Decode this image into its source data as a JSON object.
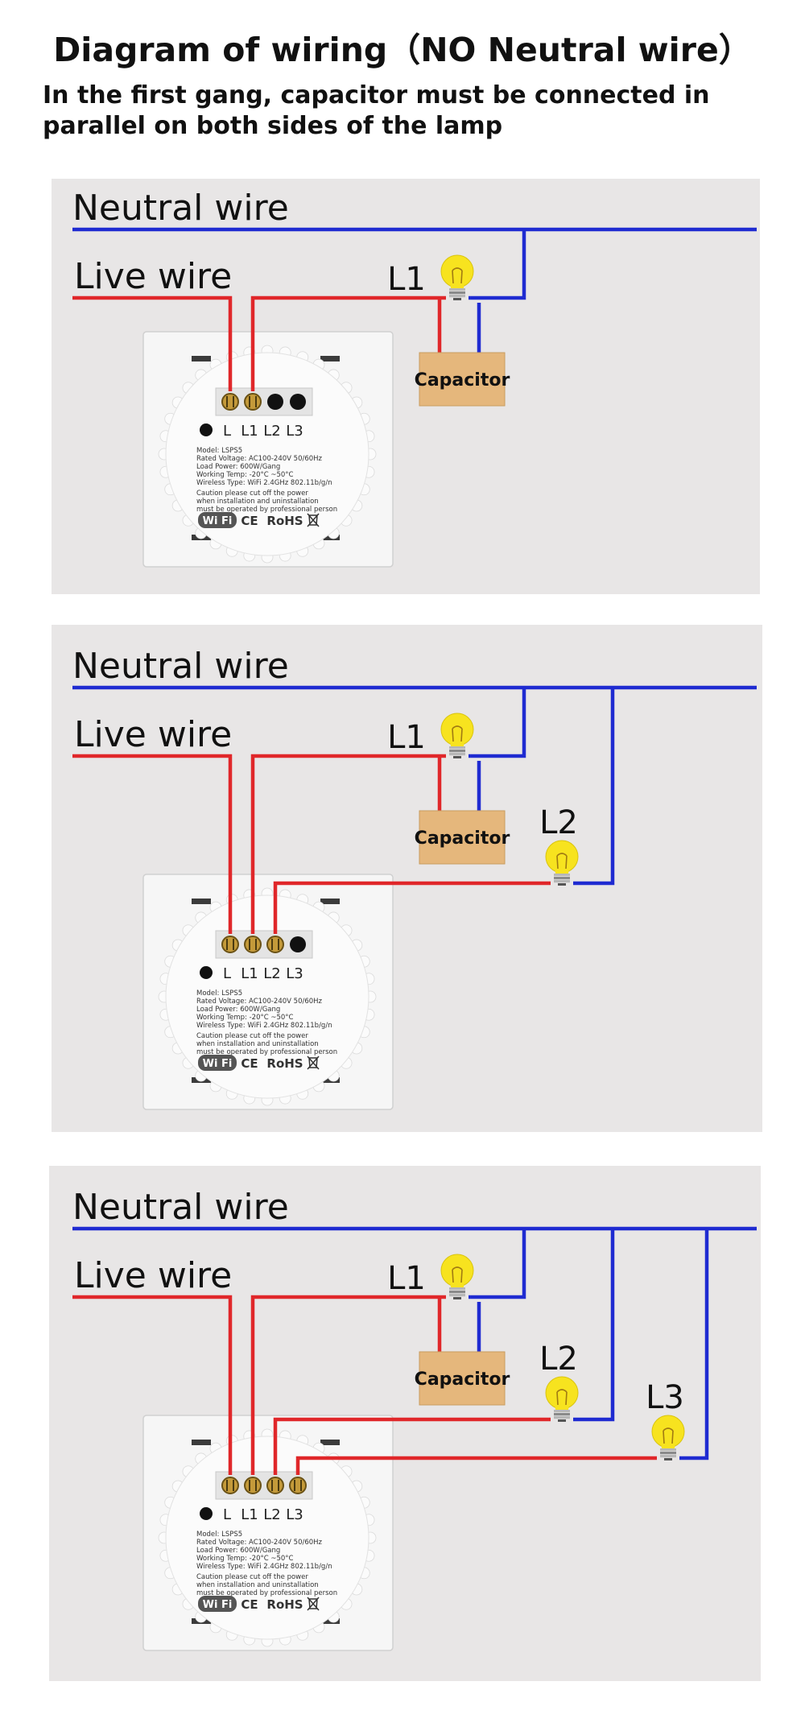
{
  "header": {
    "title": "Diagram of wiring（NO Neutral wire）",
    "subtitle": "In the first gang, capacitor must be connected in parallel on both sides of the lamp"
  },
  "labels": {
    "neutral": "Neutral wire",
    "live": "Live wire",
    "capacitor": "Capacitor"
  },
  "terminals": [
    "L",
    "L1",
    "L2",
    "L3"
  ],
  "device_spec": [
    "Model: LSPS5",
    "Rated Voltage: AC100-240V 50/60Hz",
    "Load Power: 600W/Gang",
    "Working Temp: -20°C ~50°C",
    "Wireless Type: WiFi 2.4GHz 802.11b/g/n",
    "Caution please cut off the power",
    "when installation and uninstallation",
    "must be operated by professional person"
  ],
  "badges": {
    "wifi": "Wi Fi",
    "ce": "CE",
    "rohs": "RoHS"
  },
  "panels": [
    {
      "gangs": 1,
      "lamps": [
        "L1"
      ]
    },
    {
      "gangs": 2,
      "lamps": [
        "L1",
        "L2"
      ]
    },
    {
      "gangs": 3,
      "lamps": [
        "L1",
        "L2",
        "L3"
      ]
    }
  ],
  "colors": {
    "panel_bg": "#e8e6e6",
    "neutral": "#1f2bd1",
    "live": "#e0272a",
    "capacitor": "#e5b77c",
    "bulb": "#f7e31f"
  }
}
